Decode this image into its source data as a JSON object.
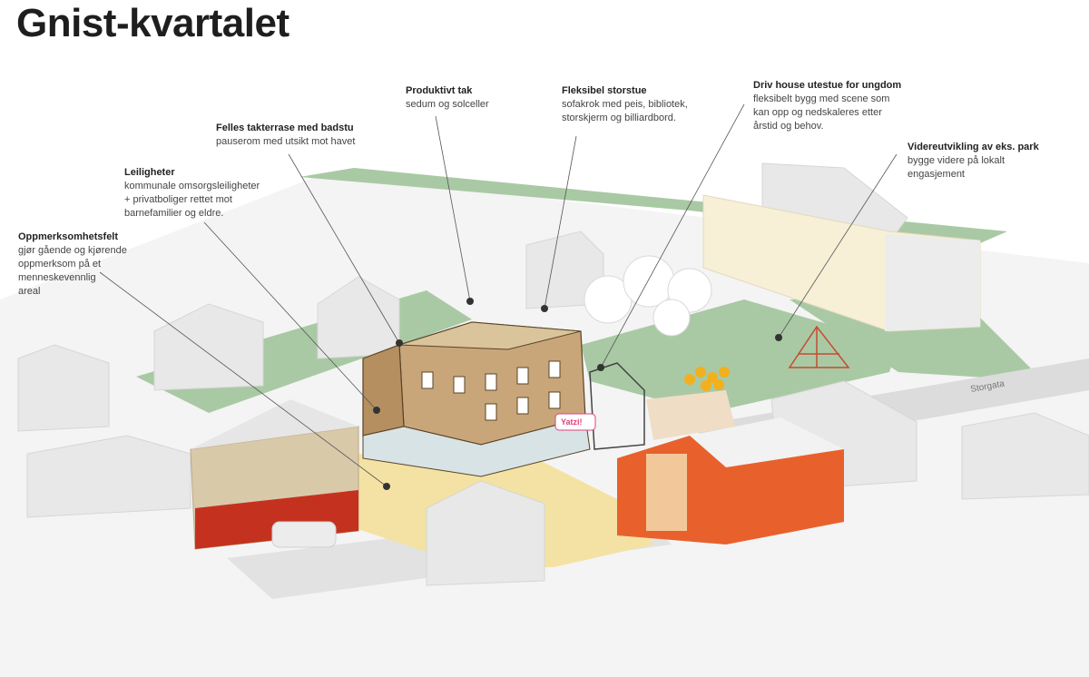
{
  "page": {
    "title": "Gnist-kvartalet"
  },
  "annotations": [
    {
      "id": "produktivt-tak",
      "heading": "Produktivt tak",
      "text": "sedum og solceller"
    },
    {
      "id": "fleksibel-storstue",
      "heading": "Fleksibel storstue",
      "text": "sofakrok med peis, bibliotek,\nstorskjerm og billiardbord."
    },
    {
      "id": "driv-house",
      "heading": "Driv house utestue for ungdom",
      "text": "fleksibelt bygg med scene som\nkan opp og nedskaleres etter\nårstid og behov."
    },
    {
      "id": "felles-takterrasse",
      "heading": "Felles takterrase med badstu",
      "text": "pauserom med utsikt mot havet"
    },
    {
      "id": "videreutvikling-park",
      "heading": "Videreutvikling av eks. park",
      "text": "bygge videre på lokalt\nengasjement"
    },
    {
      "id": "leiligheter",
      "heading": "Leiligheter",
      "text": "kommunale omsorgsleiligheter\n+ privatboliger rettet mot\nbarnefamilier og eldre."
    },
    {
      "id": "oppmerksomhetsfelt",
      "heading": "Oppmerksomhetsfelt",
      "text": "gjør gående og kjørende\noppmerksom på et\nmenneskevennlig\nareal"
    }
  ],
  "map_labels": {
    "street": "Storgata",
    "sign": "Yatzi!"
  },
  "colors": {
    "grass": "#a9c9a4",
    "buildings": "#ededed",
    "wood": "#c9a67a",
    "sand": "#f3e2a3",
    "orange": "#e8612c",
    "school": "#f7efd6",
    "balls": "#f2b01e"
  }
}
